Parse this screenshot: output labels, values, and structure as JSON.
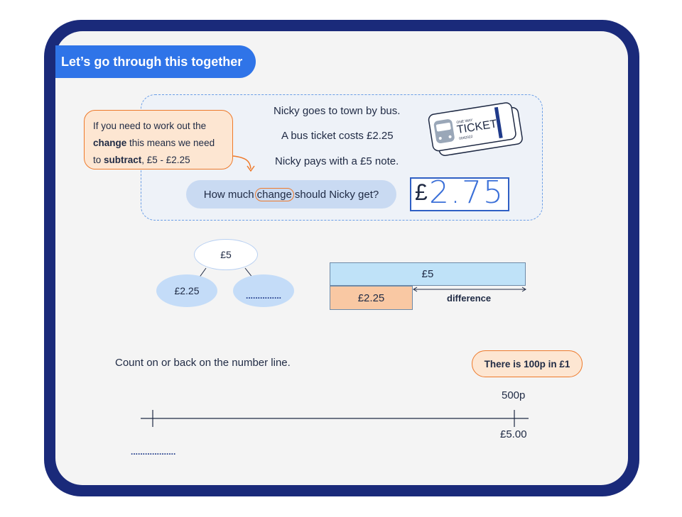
{
  "header": {
    "title": "Let’s go through this together"
  },
  "question": {
    "line1": "Nicky goes to town by bus.",
    "line2": "A bus ticket costs £2.25",
    "line3": "Nicky pays with a £5 note.",
    "ask_before": "How much",
    "ask_circled": "change",
    "ask_after": "should Nicky get?"
  },
  "hint": {
    "part1": "If you need to work out the ",
    "bold1": "change",
    "part2": " this means we need to ",
    "bold2": "subtract",
    "part3": ", £5 - £2.25"
  },
  "ticket": {
    "small": "ONE WAY",
    "big": "TICKET",
    "code": "0042022"
  },
  "answer": {
    "symbol": "£",
    "handwritten": "2.75"
  },
  "bond": {
    "whole": "£5",
    "part_known": "£2.25",
    "part_unknown": "..............."
  },
  "bar_model": {
    "whole": "£5",
    "part": "£2.25",
    "difference": "difference"
  },
  "number_line": {
    "instruction": "Count on or back on the number line.",
    "fact": "There is 100p in £1",
    "end_top": "500p",
    "end_bottom": "£5.00",
    "start_blank": "..................."
  }
}
